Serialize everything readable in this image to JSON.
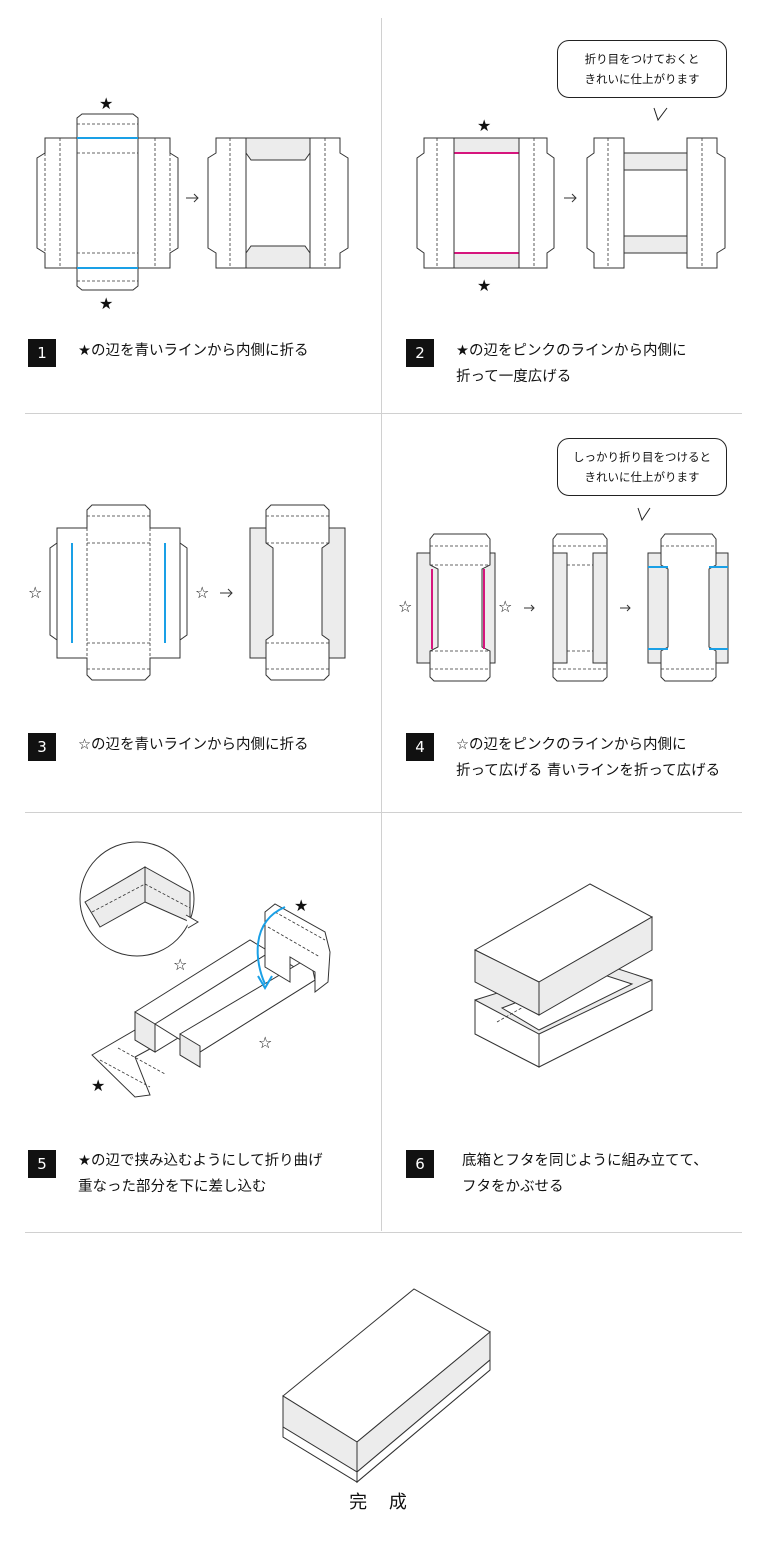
{
  "steps": [
    {
      "num": "1",
      "text": [
        "★の辺を青いラインから内側に折る"
      ]
    },
    {
      "num": "2",
      "text": [
        "★の辺をピンクのラインから内側に",
        "折って一度広げる"
      ]
    },
    {
      "num": "3",
      "text": [
        "☆の辺を青いラインから内側に折る"
      ]
    },
    {
      "num": "4",
      "text": [
        "☆の辺をピンクのラインから内側に",
        "折って広げる 青いラインを折って広げる"
      ]
    },
    {
      "num": "5",
      "text": [
        "★の辺で挟み込むようにして折り曲げ",
        "重なった部分を下に差し込む"
      ]
    },
    {
      "num": "6",
      "text": [
        "底箱とフタを同じように組み立てて、",
        "フタをかぶせる"
      ]
    }
  ],
  "bubbles": [
    {
      "lines": [
        "折り目をつけておくと",
        "きれいに仕上がります"
      ]
    },
    {
      "lines": [
        "しっかり折り目をつけると",
        "きれいに仕上がります"
      ]
    }
  ],
  "marks": {
    "filled_star": "★",
    "open_star": "☆",
    "arrow": "→"
  },
  "final_label": "完 成",
  "colors": {
    "blue_line": "#1aa0e6",
    "pink_line": "#d6157d",
    "panel_gray": "#ececec"
  }
}
